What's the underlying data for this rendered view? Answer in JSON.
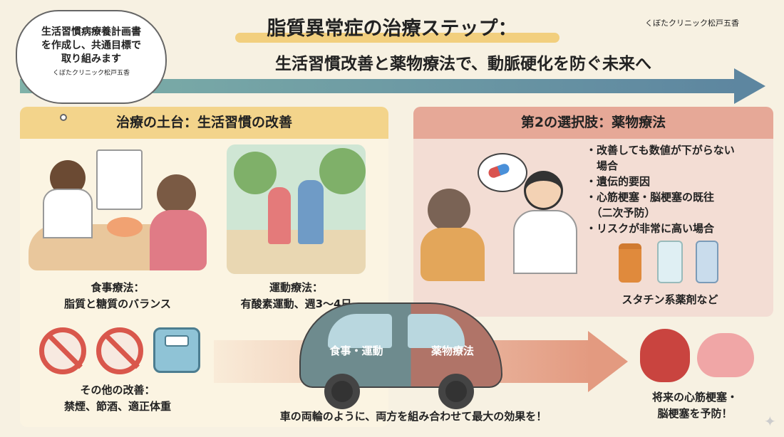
{
  "header": {
    "title": "脂質異常症の治療ステップ：",
    "subtitle": "生活習慣改善と薬物療法で、動脈硬化を防ぐ未来へ",
    "clinic": "くぼたクリニック松戸五香"
  },
  "bubble": {
    "lines": [
      "生活習慣病療養計画書",
      "を作成し、共通目標で",
      "取り組みます"
    ],
    "clinic": "くぼたクリニック松戸五香"
  },
  "left_panel": {
    "title": "治療の土台：生活習慣の改善",
    "diet": {
      "line1": "食事療法：",
      "line2": "脂質と糖質のバランス"
    },
    "exercise": {
      "line1": "運動療法：",
      "line2": "有酸素運動、週3〜4日"
    },
    "other": {
      "line1": "その他の改善：",
      "line2": "禁煙、節酒、適正体重"
    },
    "icons": [
      "no-smoking-icon",
      "no-alcohol-icon",
      "scale-icon"
    ]
  },
  "right_panel": {
    "title": "第2の選択肢：薬物療法",
    "bullets": [
      "・改善しても数値が下がらない",
      "　場合",
      "・遺伝的要因",
      "・心筋梗塞・脳梗塞の既往",
      "　（二次予防）",
      "・リスクが非常に高い場合"
    ],
    "drugs": "スタチン系薬剤など"
  },
  "car": {
    "left": "食事・運動",
    "right": "薬物療法"
  },
  "footer": "車の両輪のように、両方を組み合わせて最大の効果を！",
  "outcome": {
    "line1": "将来の心筋梗塞・",
    "line2": "脳梗塞を予防！"
  },
  "colors": {
    "bg": "#f7f1e2",
    "left_header": "#f3d48b",
    "right_header": "#e6a897",
    "arrow": "#5d86a0"
  }
}
